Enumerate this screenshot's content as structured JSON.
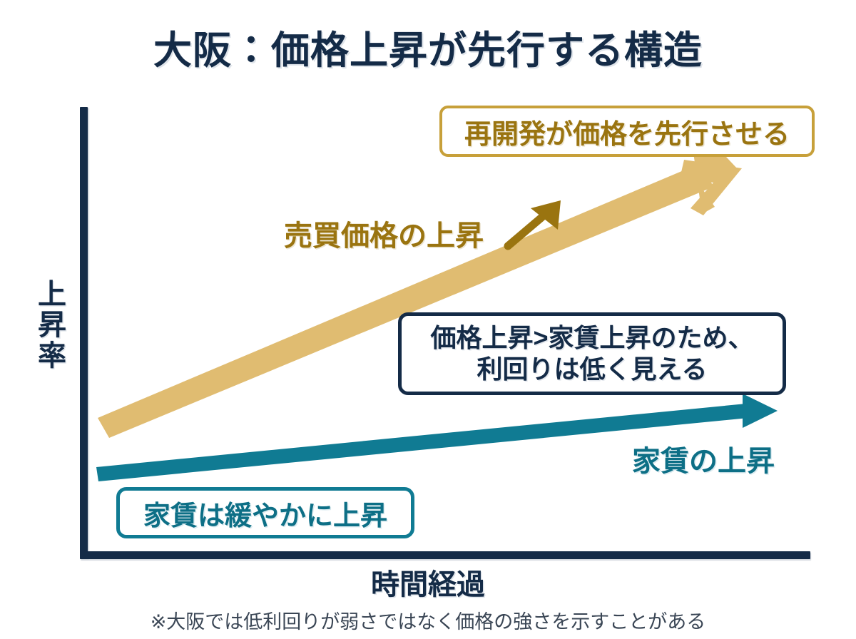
{
  "title": "大阪：価格上昇が先行する構造",
  "axes": {
    "y_label": "上昇率",
    "y_label_chars": [
      "上",
      "昇",
      "率"
    ],
    "x_label": "時間経過"
  },
  "callouts": {
    "gold_box": "再開発が価格を先行させる",
    "navy_box_line1": "価格上昇>家賃上昇のため、",
    "navy_box_line2": "利回りは低く見える",
    "teal_box": "家賃は緩やかに上昇"
  },
  "arrow_labels": {
    "price": "売買価格の上昇",
    "rent": "家賃の上昇"
  },
  "footnote": "※大阪では低利回りが弱さではなく価格の強さを示すことがある",
  "colors": {
    "navy": "#142b47",
    "gold": "#e0bc71",
    "gold_dark": "#9a7410",
    "gold_border": "#c7a03a",
    "teal": "#107b93",
    "teal_dark": "#0d6f86",
    "background": "#ffffff",
    "footnote": "#3a4655"
  },
  "chart_data": {
    "type": "line",
    "title": "大阪：価格上昇が先行する構造",
    "xlabel": "時間経過",
    "ylabel": "上昇率",
    "grid": false,
    "legend": "inline-labels",
    "series": [
      {
        "name": "売買価格の上昇",
        "color": "#e0bc71",
        "start": {
          "x": 137,
          "y": 600
        },
        "end": {
          "x": 1030,
          "y": 240
        },
        "slope": "steep",
        "description": "価格は急角度で上昇（先行）"
      },
      {
        "name": "家賃の上昇",
        "color": "#107b93",
        "start": {
          "x": 135,
          "y": 663
        },
        "end": {
          "x": 1085,
          "y": 580
        },
        "slope": "gentle",
        "description": "家賃は緩やかに上昇"
      }
    ],
    "annotations": [
      "再開発が価格を先行させる",
      "価格上昇>家賃上昇のため、利回りは低く見える",
      "家賃は緩やかに上昇",
      "※大阪では低利回りが弱さではなく価格の強さを示すことがある"
    ]
  }
}
